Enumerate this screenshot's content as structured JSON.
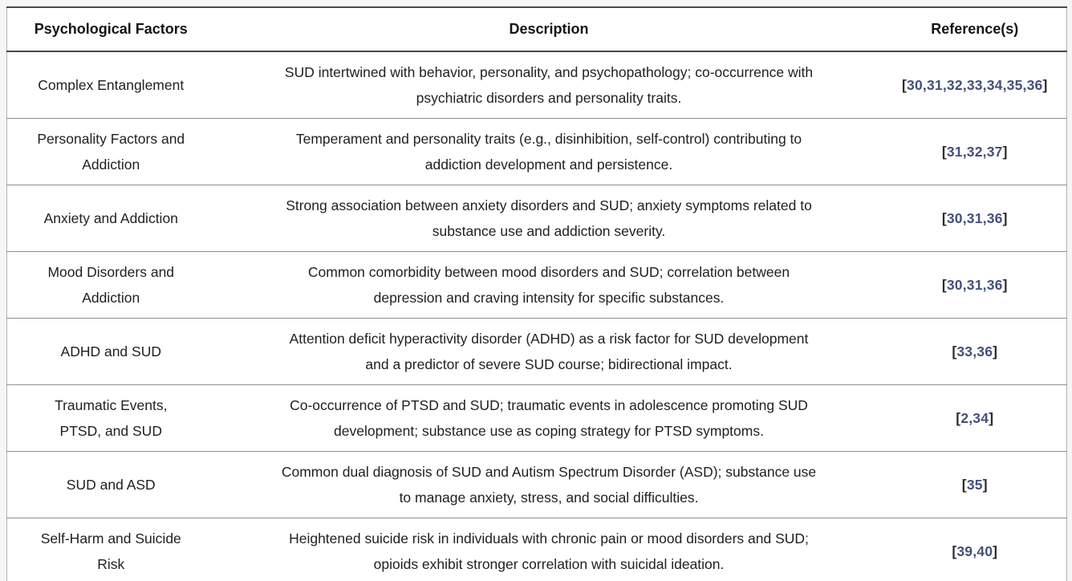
{
  "colors": {
    "page_background": "#f6f6f6",
    "table_background": "#ffffff",
    "rule_dark": "#474747",
    "rule_light": "#8f8f8f",
    "body_text": "#1f1f1f",
    "reference_link": "#44507a"
  },
  "table": {
    "headers": [
      "Psychological Factors",
      "Description",
      "Reference(s)"
    ],
    "ref_bracket_open": "[",
    "ref_bracket_close": "]",
    "rows": [
      {
        "factor": "Complex Entanglement",
        "description": "SUD intertwined with behavior, personality, and psychopathology; co-occurrence with\npsychiatric disorders and personality traits.",
        "refs": "30,31,32,33,34,35,36"
      },
      {
        "factor": "Personality Factors and\nAddiction",
        "description": "Temperament and personality traits (e.g., disinhibition, self-control) contributing to\naddiction development and persistence.",
        "refs": "31,32,37"
      },
      {
        "factor": "Anxiety and Addiction",
        "description": "Strong association between anxiety disorders and SUD; anxiety symptoms related to\nsubstance use and addiction severity.",
        "refs": "30,31,36"
      },
      {
        "factor": "Mood Disorders and\nAddiction",
        "description": "Common comorbidity between mood disorders and SUD; correlation between\ndepression and craving intensity for specific substances.",
        "refs": "30,31,36"
      },
      {
        "factor": "ADHD and SUD",
        "description": "Attention deficit hyperactivity disorder (ADHD) as a risk factor for SUD development\nand a predictor of severe SUD course; bidirectional impact.",
        "refs": "33,36"
      },
      {
        "factor": "Traumatic Events,\nPTSD, and SUD",
        "description": "Co-occurrence of PTSD and SUD; traumatic events in adolescence promoting SUD\ndevelopment; substance use as coping strategy for PTSD symptoms.",
        "refs": "2,34"
      },
      {
        "factor": "SUD and ASD",
        "description": "Common dual diagnosis of SUD and Autism Spectrum Disorder (ASD); substance use\nto manage anxiety, stress, and social difficulties.",
        "refs": "35"
      },
      {
        "factor": "Self-Harm and Suicide\nRisk",
        "description": "Heightened suicide risk in individuals with chronic pain or mood disorders and SUD;\nopioids exhibit stronger correlation with suicidal ideation.",
        "refs": "39,40"
      }
    ]
  }
}
